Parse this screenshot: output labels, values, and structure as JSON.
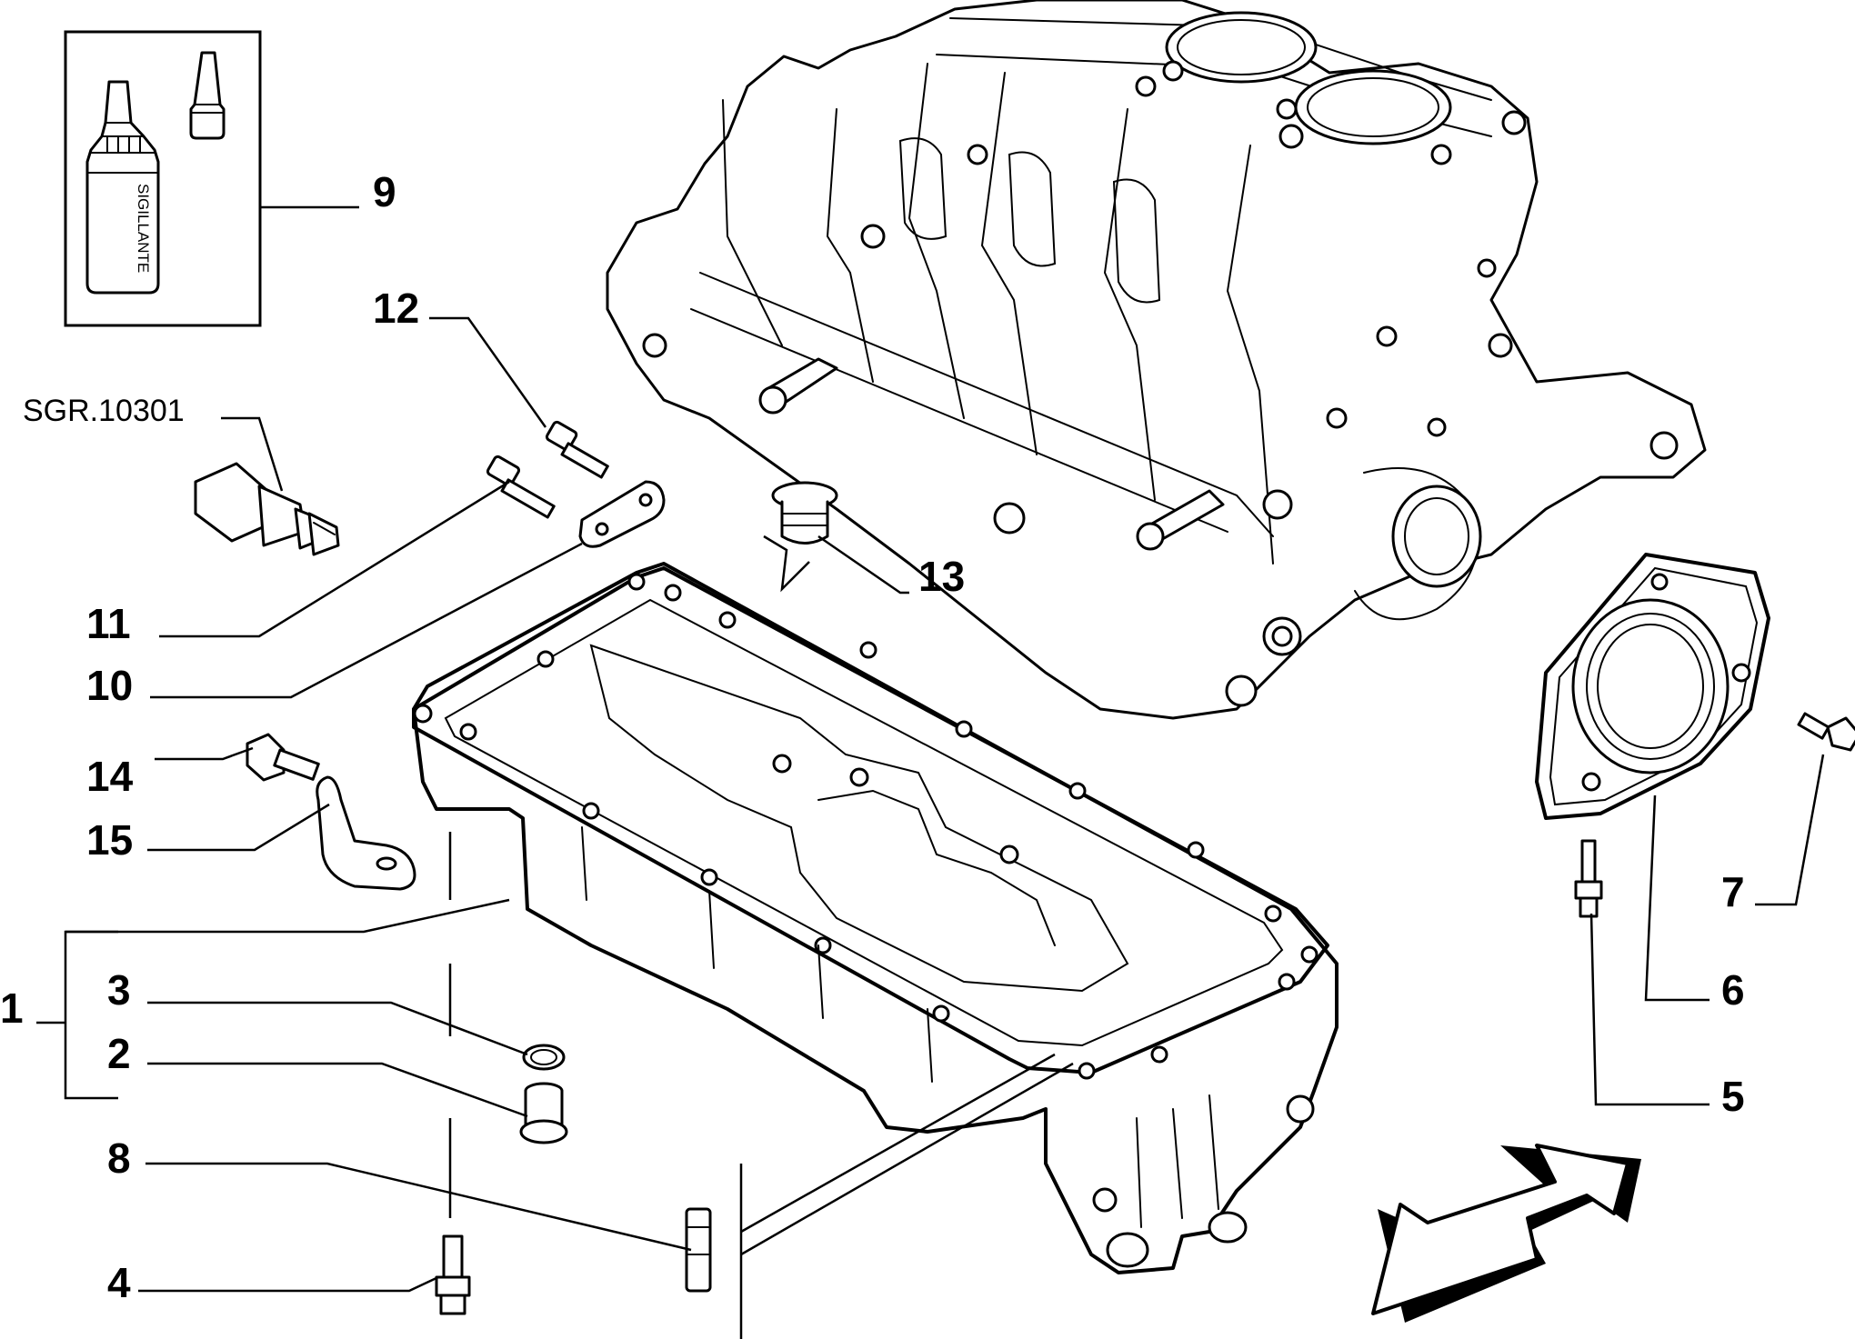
{
  "diagram": {
    "reference_code": "SGR.10301",
    "sealant_label": "SIGILLANTE",
    "callouts": {
      "c1": "1",
      "c2": "2",
      "c3": "3",
      "c4": "4",
      "c5": "5",
      "c6": "6",
      "c7": "7",
      "c8": "8",
      "c9": "9",
      "c10": "10",
      "c11": "11",
      "c12": "12",
      "c13": "13",
      "c14": "14",
      "c15": "15"
    }
  }
}
